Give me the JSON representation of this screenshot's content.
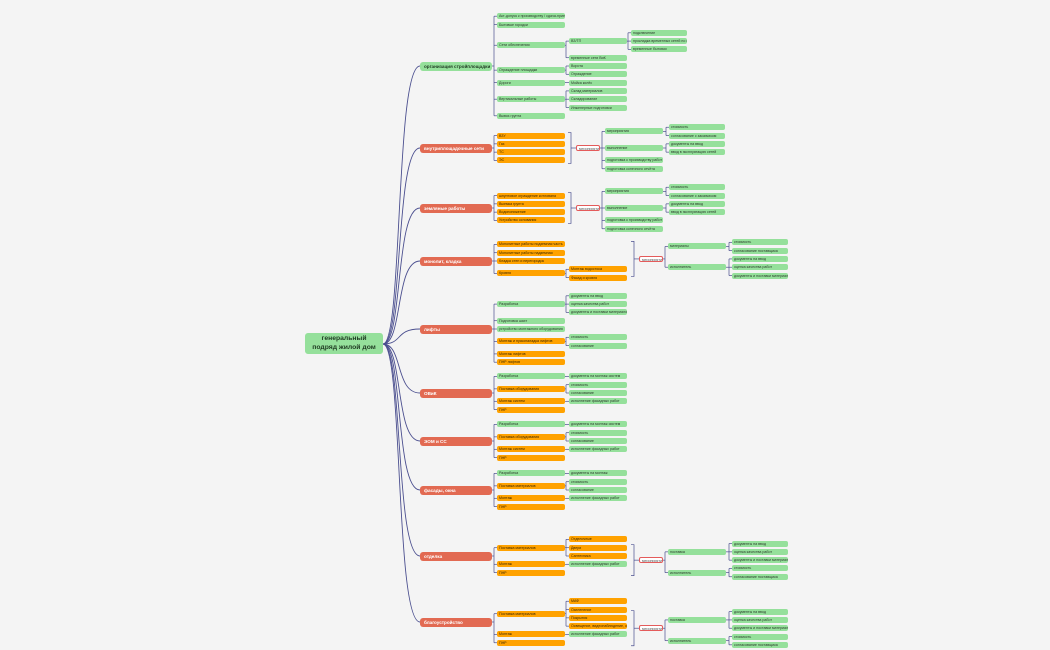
{
  "root": "генеральный подряд жилой дом",
  "sections": [
    {
      "title": "организация стройплощадки",
      "color": "green",
      "children": [
        {
          "text": "Акт-допуск к производству / сдача-приемка площадки",
          "color": "green"
        },
        {
          "text": "Бытовые городки",
          "color": "green"
        },
        {
          "text": "Сети обеспечения",
          "color": "green",
          "children": [
            {
              "text": "ВЗ/ТП",
              "color": "green",
              "children": [
                {
                  "text": "подключение",
                  "color": "green"
                },
                {
                  "text": "прокладка временных сетей по стройплощадке",
                  "color": "green"
                },
                {
                  "text": "временные бытовки",
                  "color": "green"
                }
              ]
            },
            {
              "text": "временные сети ВиК",
              "color": "green"
            }
          ]
        },
        {
          "text": "Ограждение площадки",
          "color": "green",
          "children": [
            {
              "text": "Ворота",
              "color": "green"
            },
            {
              "text": "Ограждение",
              "color": "green"
            }
          ]
        },
        {
          "text": "Дороги",
          "color": "green",
          "children": [
            {
              "text": "Мойка колёс",
              "color": "green"
            }
          ]
        },
        {
          "text": "Вертикальные работы",
          "color": "green",
          "children": [
            {
              "text": "Склад материалов",
              "color": "green"
            },
            {
              "text": "Складирование",
              "color": "green"
            },
            {
              "text": "Инженерные подготовки",
              "color": "green"
            }
          ]
        },
        {
          "text": "Вывоз грунта",
          "color": "green"
        }
      ]
    },
    {
      "title": "внутриплощадочные сети",
      "color": "red",
      "children": [
        {
          "text": "ВЗУ",
          "color": "orange"
        },
        {
          "text": "Газ",
          "color": "orange"
        },
        {
          "text": "ТС",
          "color": "orange"
        },
        {
          "text": "ЭС",
          "color": "orange"
        }
      ],
      "group_label": "мероприятия",
      "group_children": [
        {
          "text": "мероприятия",
          "color": "green",
          "children": [
            {
              "text": "стоимость",
              "color": "green"
            },
            {
              "text": "согласование с заказчиком",
              "color": "green"
            }
          ]
        },
        {
          "text": "выполнение",
          "color": "green",
          "children": [
            {
              "text": "документы на ввод",
              "color": "green"
            },
            {
              "text": "ввод в эксплуатацию сетей",
              "color": "green"
            }
          ]
        },
        {
          "text": "подготовка к производству работ",
          "color": "green"
        },
        {
          "text": "подготовка конечного отчёта",
          "color": "green"
        }
      ]
    },
    {
      "title": "земляные работы",
      "color": "red",
      "children": [
        {
          "text": "шпунтовое ограждение котлована",
          "color": "orange"
        },
        {
          "text": "Выемка грунта",
          "color": "orange"
        },
        {
          "text": "Водопонижение",
          "color": "orange"
        },
        {
          "text": "Устройство основания",
          "color": "orange"
        }
      ],
      "group_label": "мероприятия",
      "group_children": [
        {
          "text": "мероприятия",
          "color": "green",
          "children": [
            {
              "text": "стоимость",
              "color": "green"
            },
            {
              "text": "согласование с заказчиком",
              "color": "green"
            }
          ]
        },
        {
          "text": "выполнение",
          "color": "green",
          "children": [
            {
              "text": "документы на ввод",
              "color": "green"
            },
            {
              "text": "ввод в эксплуатацию сетей",
              "color": "green"
            }
          ]
        },
        {
          "text": "подготовка к производству работ",
          "color": "green"
        },
        {
          "text": "подготовка конечного отчёта",
          "color": "green"
        }
      ]
    },
    {
      "title": "монолит, кладка",
      "color": "red",
      "children": [
        {
          "text": "Монолитные работы подземная часть",
          "color": "orange"
        },
        {
          "text": "Монолитные работы надземная",
          "color": "orange"
        },
        {
          "text": "Кладка стен и перегородок",
          "color": "orange"
        },
        {
          "text": "Кровля",
          "color": "orange",
          "children": [
            {
              "text": "Монтаж водостока",
              "color": "orange"
            },
            {
              "text": "Фасад и кровля",
              "color": "orange"
            }
          ]
        }
      ],
      "group_label": "мероприятия",
      "group_children": [
        {
          "text": "материалы",
          "color": "green",
          "children": [
            {
              "text": "стоимость",
              "color": "green"
            },
            {
              "text": "согласование поставщика",
              "color": "green"
            }
          ]
        },
        {
          "text": "исполнитель",
          "color": "green",
          "children": [
            {
              "text": "документы на ввод",
              "color": "green"
            },
            {
              "text": "оценка качества работ",
              "color": "green"
            },
            {
              "text": "документы и поставки материалов",
              "color": "green"
            }
          ]
        }
      ]
    },
    {
      "title": "лифты",
      "color": "red",
      "children": [
        {
          "text": "Разработка",
          "color": "green",
          "children": [
            {
              "text": "документы на ввод",
              "color": "green"
            },
            {
              "text": "оценка качества работ",
              "color": "green"
            },
            {
              "text": "документы и поставки материалов",
              "color": "green"
            }
          ]
        },
        {
          "text": "Подготовка шахт",
          "color": "green"
        },
        {
          "text": "устройство монтажного оборудования",
          "color": "green"
        },
        {
          "text": "Монтаж и пусконаладка лифтов",
          "color": "orange",
          "children": [
            {
              "text": "стоимость",
              "color": "green"
            },
            {
              "text": "согласование",
              "color": "green"
            }
          ]
        },
        {
          "text": "Монтаж лифтов",
          "color": "orange"
        },
        {
          "text": "ПНР лифтов",
          "color": "orange"
        }
      ]
    },
    {
      "title": "ОВиК",
      "color": "red",
      "children": [
        {
          "text": "Разработка",
          "color": "green",
          "children": [
            {
              "text": "документы на монтаж систем",
              "color": "green"
            }
          ]
        },
        {
          "text": "Поставка оборудования",
          "color": "orange",
          "children": [
            {
              "text": "стоимость",
              "color": "green"
            },
            {
              "text": "согласование",
              "color": "green"
            }
          ]
        },
        {
          "text": "Монтаж систем",
          "color": "orange",
          "children": [
            {
              "text": "исполнение фасадных работ",
              "color": "green"
            }
          ]
        },
        {
          "text": "ПНР",
          "color": "orange"
        }
      ]
    },
    {
      "title": "ЭОМ и СС",
      "color": "red",
      "children": [
        {
          "text": "Разработка",
          "color": "green",
          "children": [
            {
              "text": "документы на монтаж систем",
              "color": "green"
            }
          ]
        },
        {
          "text": "Поставка оборудования",
          "color": "orange",
          "children": [
            {
              "text": "стоимость",
              "color": "green"
            },
            {
              "text": "согласование",
              "color": "green"
            }
          ]
        },
        {
          "text": "Монтаж систем",
          "color": "orange",
          "children": [
            {
              "text": "исполнение фасадных работ",
              "color": "green"
            }
          ]
        },
        {
          "text": "ПНР",
          "color": "orange"
        }
      ]
    },
    {
      "title": "фасады, окна",
      "color": "red",
      "children": [
        {
          "text": "Разработка",
          "color": "green",
          "children": [
            {
              "text": "документы на монтаж",
              "color": "green"
            }
          ]
        },
        {
          "text": "Поставка материалов",
          "color": "orange",
          "children": [
            {
              "text": "стоимость",
              "color": "green"
            },
            {
              "text": "согласование",
              "color": "green"
            }
          ]
        },
        {
          "text": "Монтаж",
          "color": "orange",
          "children": [
            {
              "text": "исполнение фасадных работ",
              "color": "green"
            }
          ]
        },
        {
          "text": "ПНР",
          "color": "orange"
        }
      ]
    },
    {
      "title": "отделка",
      "color": "red",
      "children": [
        {
          "text": "Поставка материалов",
          "color": "orange",
          "children": [
            {
              "text": "Отделочные",
              "color": "orange"
            },
            {
              "text": "Двери",
              "color": "orange"
            },
            {
              "text": "Сантехника",
              "color": "orange"
            }
          ]
        },
        {
          "text": "Монтаж",
          "color": "orange",
          "children": [
            {
              "text": "исполнение фасадных работ",
              "color": "green"
            }
          ]
        },
        {
          "text": "ПНР",
          "color": "orange"
        }
      ],
      "group_label": "мероприятия",
      "group_children": [
        {
          "text": "поставка",
          "color": "green",
          "children": [
            {
              "text": "документы на ввод",
              "color": "green"
            },
            {
              "text": "оценка качества работ",
              "color": "green"
            },
            {
              "text": "документы и поставки материалов",
              "color": "green"
            }
          ]
        },
        {
          "text": "исполнитель",
          "color": "green",
          "children": [
            {
              "text": "стоимость",
              "color": "green"
            },
            {
              "text": "согласование поставщика",
              "color": "green"
            }
          ]
        }
      ]
    },
    {
      "title": "благоустройство",
      "color": "red",
      "children": [
        {
          "text": "Поставка материалов",
          "color": "orange",
          "children": [
            {
              "text": "МАФ",
              "color": "orange"
            },
            {
              "text": "Озеленение",
              "color": "orange"
            },
            {
              "text": "Покрытия",
              "color": "orange"
            },
            {
              "text": "Освещение, видеонаблюдение, ограждение",
              "color": "orange"
            }
          ]
        },
        {
          "text": "Монтаж",
          "color": "orange",
          "children": [
            {
              "text": "исполнение фасадных работ",
              "color": "green"
            }
          ]
        },
        {
          "text": "ПНР",
          "color": "orange"
        }
      ],
      "group_label": "мероприятия",
      "group_children": [
        {
          "text": "поставка",
          "color": "green",
          "children": [
            {
              "text": "документы на ввод",
              "color": "green"
            },
            {
              "text": "оценка качества работ",
              "color": "green"
            },
            {
              "text": "документы и поставки материалов",
              "color": "green"
            }
          ]
        },
        {
          "text": "исполнитель",
          "color": "green",
          "children": [
            {
              "text": "стоимость",
              "color": "green"
            },
            {
              "text": "согласование поставщика",
              "color": "green"
            }
          ]
        }
      ]
    }
  ]
}
